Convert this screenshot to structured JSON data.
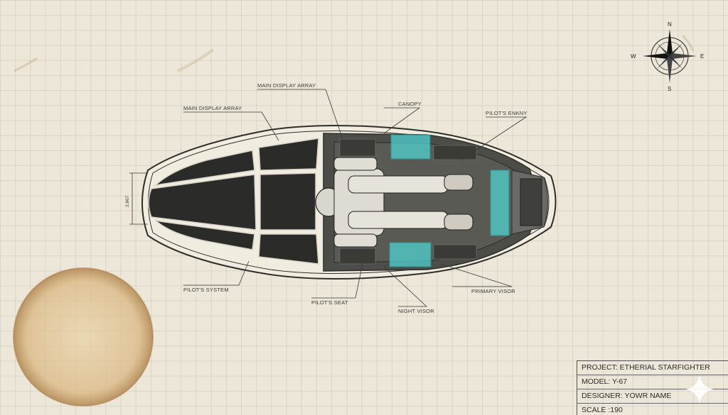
{
  "labels": {
    "main_display_array_top": "MAIN DISPLAY ARRAY",
    "main_display_array_left": "MAIN DISPLAY ARRAY",
    "canopy": "CANOPY",
    "pilots_upper_right": "PILOT'S ENKNY",
    "dimension": "2,867",
    "pilots_system": "PILOT'S SYSTEM",
    "pilots_seat": "PILOT'S SEAT",
    "night_visor": "NIGHT VISOR",
    "primary_visor": "PRIMARY VISOR"
  },
  "compass": {
    "north": "N",
    "south": "S",
    "east": "E",
    "west": "W"
  },
  "title_block": {
    "project": "PROJECT: ETHERIAL STARFIGHTER",
    "model": "MODEL: Y-67",
    "designer": "DESIGNER: YOWR NAME",
    "scale": "SCALE :190"
  },
  "colors": {
    "paper": "#ece7d8",
    "ink": "#3a3a34",
    "panel": "#2d2d2b",
    "holo": "#4fd2d0",
    "stain": "#d8b98a"
  }
}
